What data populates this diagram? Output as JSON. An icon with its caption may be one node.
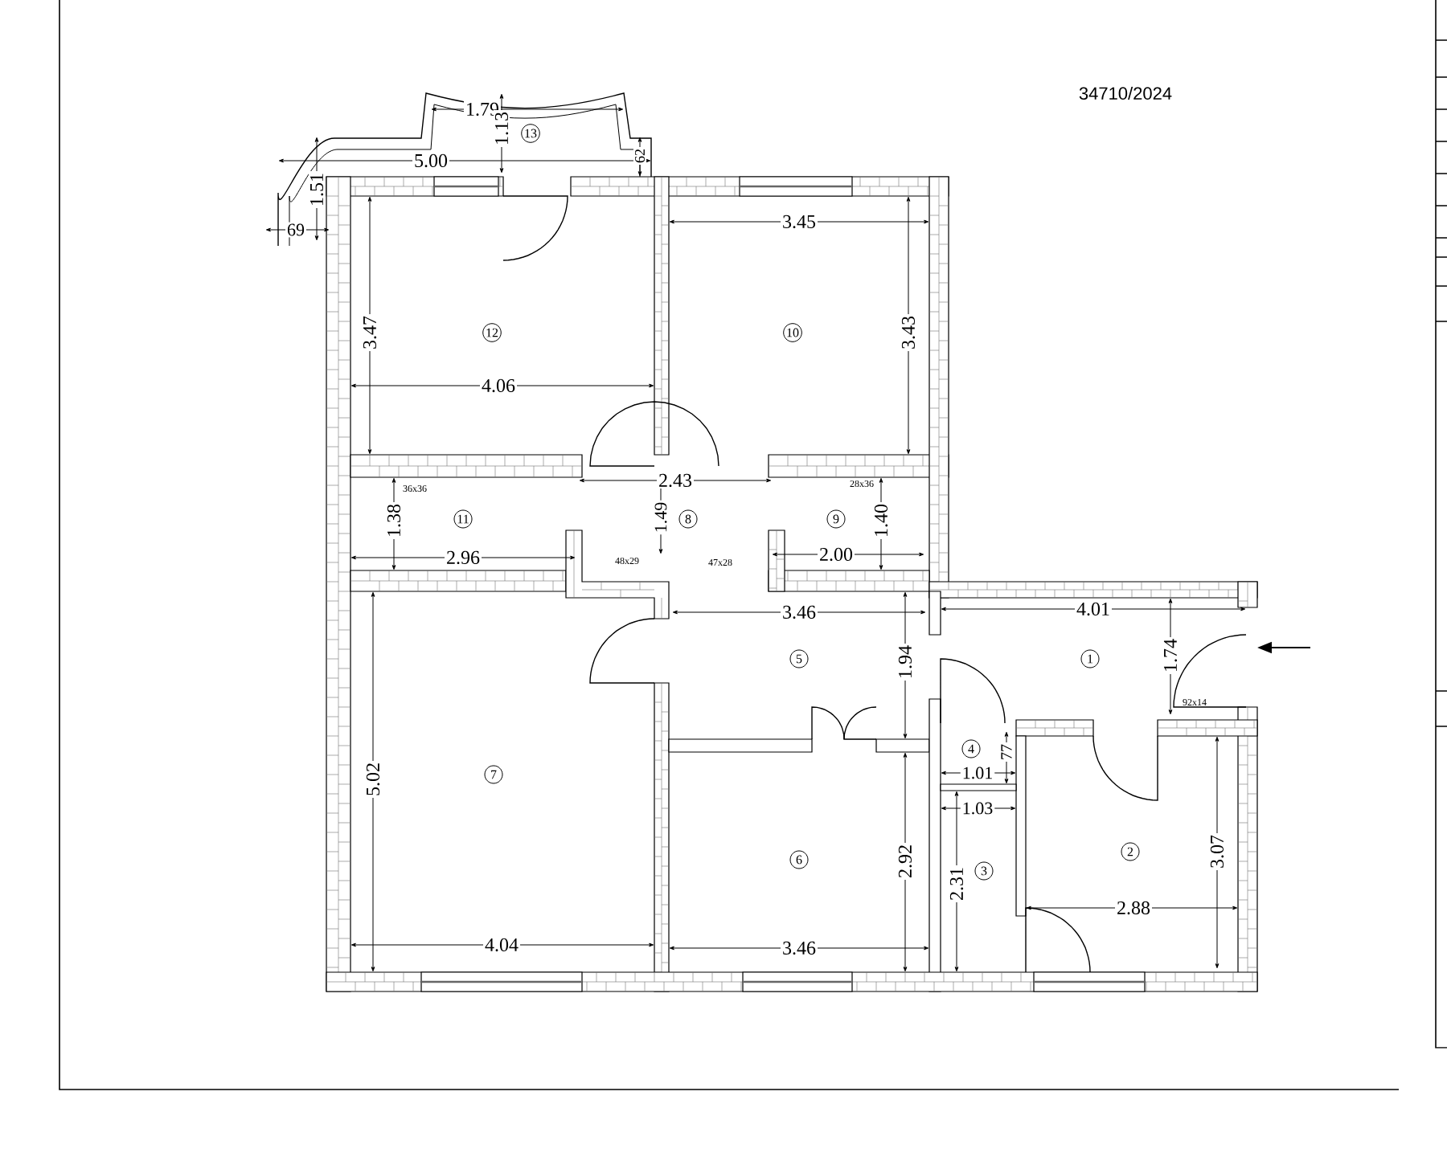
{
  "diagram": {
    "nodes": [
      {
        "text": [
          "13"
        ]
      },
      {
        "text": [
          "12"
        ]
      },
      {
        "text": [
          "10"
        ]
      },
      {
        "text": [
          "11"
        ]
      },
      {
        "text": [
          "8"
        ]
      },
      {
        "text": [
          "9"
        ]
      },
      {
        "text": [
          "7"
        ]
      },
      {
        "text": [
          "5"
        ]
      },
      {
        "text": [
          "1"
        ]
      },
      {
        "text": [
          "4"
        ]
      },
      {
        "text": [
          "6"
        ]
      },
      {
        "text": [
          "3"
        ]
      },
      {
        "text": [
          "2"
        ]
      }
    ],
    "labels": [
      "34710/2024",
      "1.79",
      "1.13",
      "5.00",
      "62",
      "1.51",
      "69",
      "3.47",
      "4.06",
      "3.45",
      "3.43",
      "36x36",
      "1.38",
      "2.96",
      "2.43",
      "1.49",
      "48x29",
      "47x28",
      "28x36",
      "1.40",
      "2.00",
      "3.46",
      "1.94",
      "4.01",
      "1.74",
      "92x14",
      "77",
      "1.01",
      "1.03",
      "2.31",
      "3.07",
      "2.88",
      "5.02",
      "4.04",
      "2.92",
      "3.46"
    ]
  }
}
